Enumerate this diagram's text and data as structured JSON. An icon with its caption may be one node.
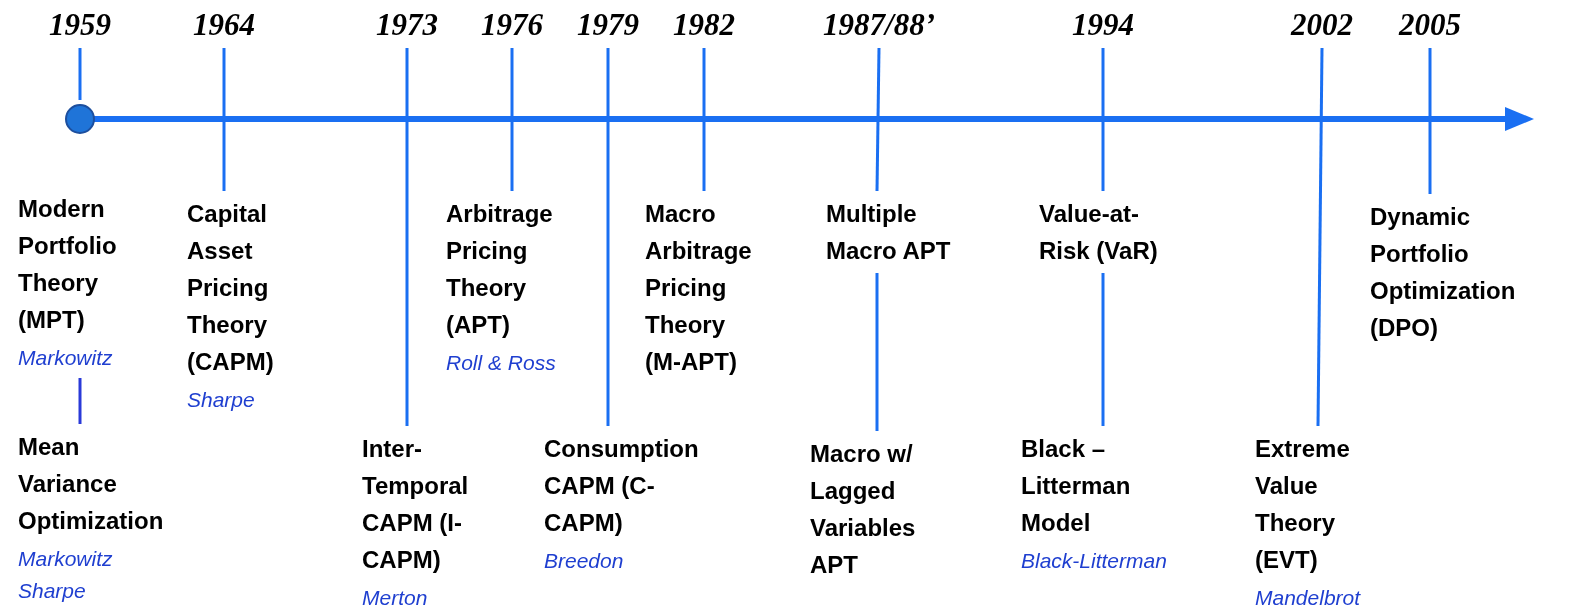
{
  "diagram": {
    "nodes": [
      {
        "text": [
          "Modern Portfolio Theory (MPT)",
          "Markowitz"
        ]
      },
      {
        "text": [
          "Mean Variance Optimization",
          "Markowitz Sharpe"
        ]
      },
      {
        "text": [
          "Capital Asset Pricing Theory (CAPM)",
          "Sharpe"
        ]
      },
      {
        "text": [
          "Inter-Temporal CAPM (I-CAPM)",
          "Merton"
        ]
      },
      {
        "text": [
          "Arbitrage Pricing Theory (APT)",
          "Roll & Ross"
        ]
      },
      {
        "text": [
          "Consumption CAPM (C-CAPM)",
          "Breedon"
        ]
      },
      {
        "text": [
          "Macro Arbitrage Pricing Theory (M-APT)"
        ]
      },
      {
        "text": [
          "Multiple Macro APT"
        ]
      },
      {
        "text": [
          "Macro w/ Lagged Variables APT"
        ]
      },
      {
        "text": [
          "Value-at-Risk (VaR)"
        ]
      },
      {
        "text": [
          "Black – Litterman Model",
          "Black-Litterman"
        ]
      },
      {
        "text": [
          "Extreme Value Theory (EVT)",
          "Mandelbrot"
        ]
      },
      {
        "text": [
          "Dynamic Portfolio Optimization (DPO)"
        ]
      },
      {
        "text": [
          "1959"
        ]
      },
      {
        "text": [
          "1964"
        ]
      },
      {
        "text": [
          "1973"
        ]
      },
      {
        "text": [
          "1976"
        ]
      },
      {
        "text": [
          "1979"
        ]
      },
      {
        "text": [
          "1982"
        ]
      },
      {
        "text": [
          "1987/88’"
        ]
      },
      {
        "text": [
          "1994"
        ]
      },
      {
        "text": [
          "2002"
        ]
      },
      {
        "text": [
          "2005"
        ]
      },
      {
        "text": [],
        "shape": "circle"
      }
    ],
    "edges": [
      {
        "from": 0,
        "to": 1,
        "arrow": "none",
        "color": "#2a3ad8"
      },
      {
        "from": 7,
        "to": 8,
        "arrow": "none"
      },
      {
        "from": 9,
        "to": 10,
        "arrow": "none"
      },
      {
        "from": 13,
        "to": 23,
        "arrow": "none"
      },
      {
        "from": 14,
        "to": 2,
        "arrow": "none"
      },
      {
        "from": 15,
        "to": 3,
        "arrow": "none"
      },
      {
        "from": 16,
        "to": 4,
        "arrow": "none"
      },
      {
        "from": 17,
        "to": 5,
        "arrow": "none"
      },
      {
        "from": 18,
        "to": 6,
        "arrow": "none"
      },
      {
        "from": 19,
        "to": 7,
        "arrow": "none"
      },
      {
        "from": 20,
        "to": 9,
        "arrow": "none"
      },
      {
        "from": 21,
        "to": 11,
        "arrow": "none"
      },
      {
        "from": 22,
        "to": 12,
        "arrow": "none"
      }
    ]
  }
}
